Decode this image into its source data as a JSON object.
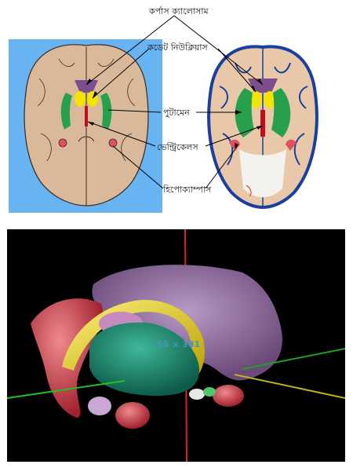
{
  "labels": {
    "corpus_callosum": "কর্পাস ক্যালোসাম",
    "caudate_nucleus": "কডেট নিউক্লিয়াস",
    "putamen": "পুটামেন",
    "ventricle": "ভেন্ট্রিকেলস",
    "hippocampus": "হিপোক্যাম্পাস"
  },
  "render_overlay": {
    "coordinate_text": "55 × 381"
  },
  "colors": {
    "background_left": "#68b3f1",
    "brain_tissue": "#d9b99a",
    "corpus_callosum": "#7d4e8c",
    "caudate": "#f4e400",
    "putamen": "#27a04e",
    "ventricle": "#c01020",
    "hippocampus": "#e05060",
    "outline_blue": "#1a3fa0",
    "render_bg": "#000000"
  }
}
